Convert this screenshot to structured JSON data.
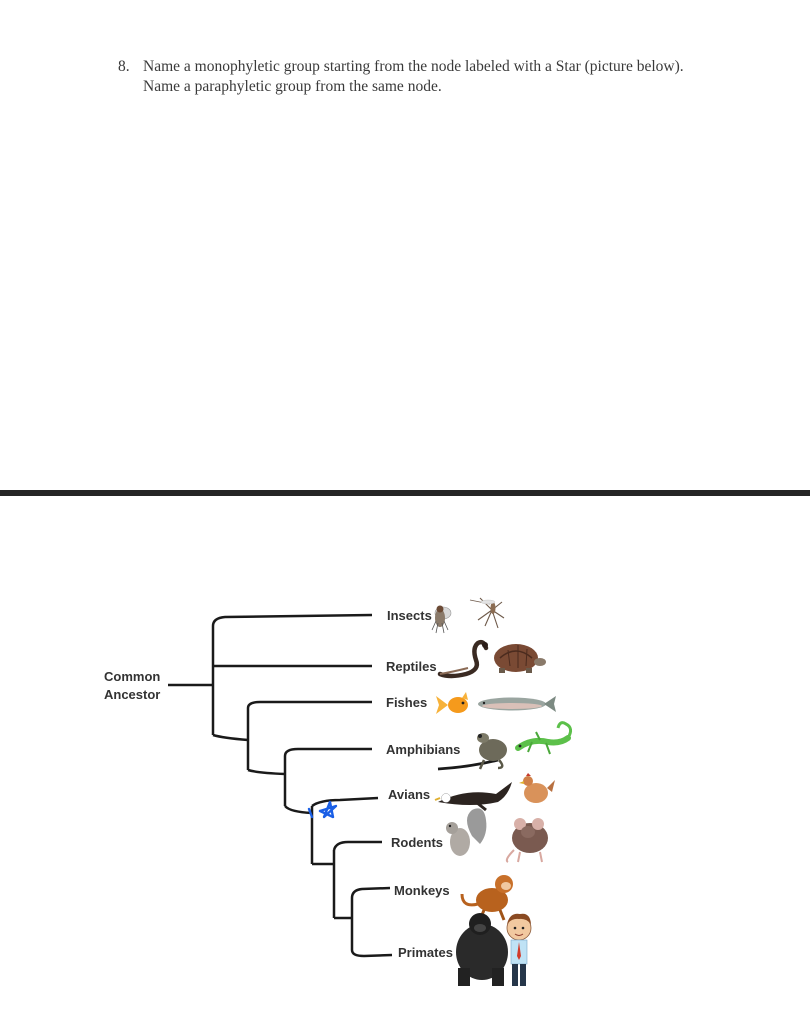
{
  "question": {
    "number": "8.",
    "line1": "Name a monophyletic group starting from the node labeled with a Star (picture below).",
    "line2": "Name a paraphyletic group from the same node."
  },
  "tree": {
    "root_label_line1": "Common",
    "root_label_line2": "Ancestor",
    "taxa": [
      "Insects",
      "Reptiles",
      "Fishes",
      "Amphibians",
      "Avians",
      "Rodents",
      "Monkeys",
      "Primates"
    ],
    "icons": {
      "insects": [
        "fly-icon",
        "mosquito-icon"
      ],
      "reptiles": [
        "snake-icon",
        "turtle-icon"
      ],
      "fishes": [
        "goldfish-icon",
        "trout-icon"
      ],
      "amphibians": [
        "frog-icon",
        "lizard-icon"
      ],
      "avians": [
        "eagle-icon",
        "hen-icon"
      ],
      "rodents": [
        "squirrel-icon",
        "rat-icon"
      ],
      "monkeys": [
        "monkey-icon"
      ],
      "primates": [
        "gorilla-icon",
        "man-icon"
      ]
    },
    "annotation": "star-mark",
    "annotation_color": "#1a5fe6",
    "line_color": "#1a1a1a"
  }
}
